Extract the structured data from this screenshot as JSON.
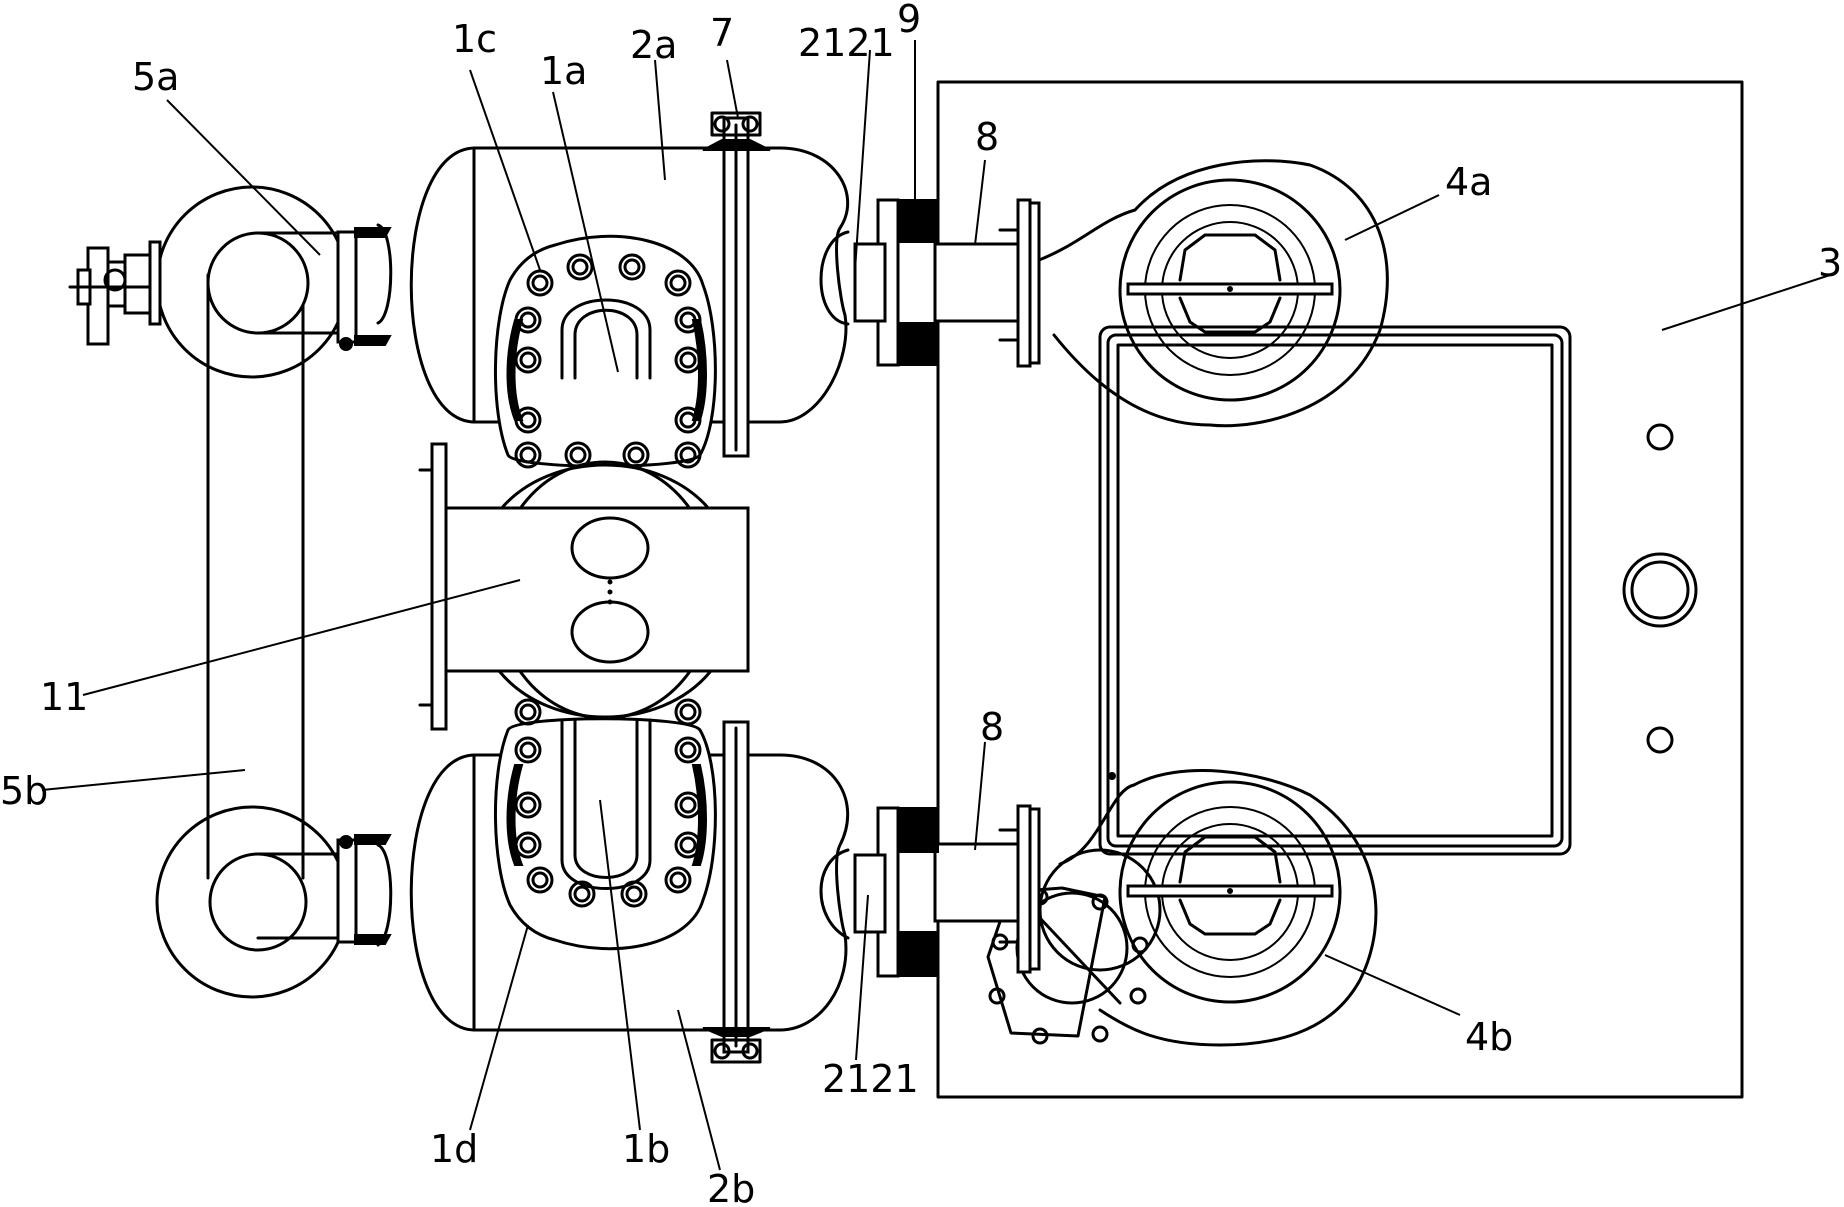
{
  "labels": {
    "l_1c": "1c",
    "l_1a": "1a",
    "l_2a": "2a",
    "l_7": "7",
    "l_2121_top": "2121",
    "l_9": "9",
    "l_5a": "5a",
    "l_8_top": "8",
    "l_4a": "4a",
    "l_3": "3",
    "l_11": "11",
    "l_5b": "5b",
    "l_8_bottom": "8",
    "l_2121_bottom": "2121",
    "l_4b": "4b",
    "l_1d": "1d",
    "l_1b": "1b",
    "l_2b": "2b"
  }
}
